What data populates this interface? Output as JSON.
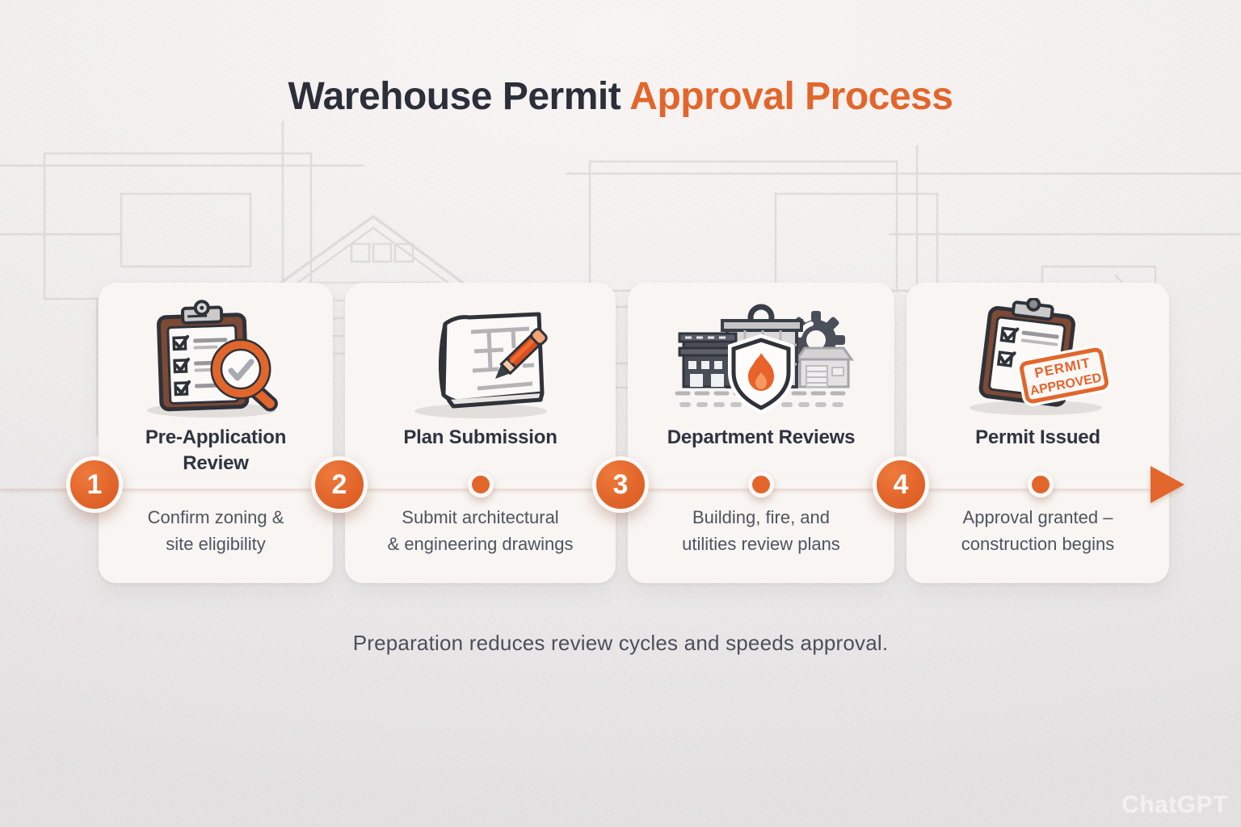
{
  "header": {
    "title_dark": "Warehouse Permit",
    "title_accent": "Approval Process"
  },
  "steps": [
    {
      "number": "1",
      "title": "Pre-Application\nReview",
      "description": "Confirm zoning &\nsite eligibility",
      "icon": "clipboard-checklist-magnifier"
    },
    {
      "number": "2",
      "title": "Plan Submission",
      "description": "Submit architectural\n& engineering drawings",
      "icon": "blueprint-pencil"
    },
    {
      "number": "3",
      "title": "Department Reviews",
      "description": "Building, fire, and\nutilities review plans",
      "icon": "buildings-gear-shield-flame"
    },
    {
      "number": "4",
      "title": "Permit Issued",
      "description": "Approval granted –\nconstruction begins",
      "icon": "clipboard-permit-stamp"
    }
  ],
  "stamp": {
    "line1": "PERMIT",
    "line2": "APPROVED"
  },
  "footer": {
    "note": "Preparation reduces review cycles and speeds approval."
  },
  "watermark": "ChatGPT",
  "colors": {
    "accent_orange": "#E2662B",
    "title_dark": "#2B2F3A",
    "card_background": "#F8F5F3",
    "step_title": "#2F3440",
    "step_description": "#4E545E",
    "clipboard_brown": "#7D4A36",
    "slate_dark": "#4A4F5A"
  }
}
